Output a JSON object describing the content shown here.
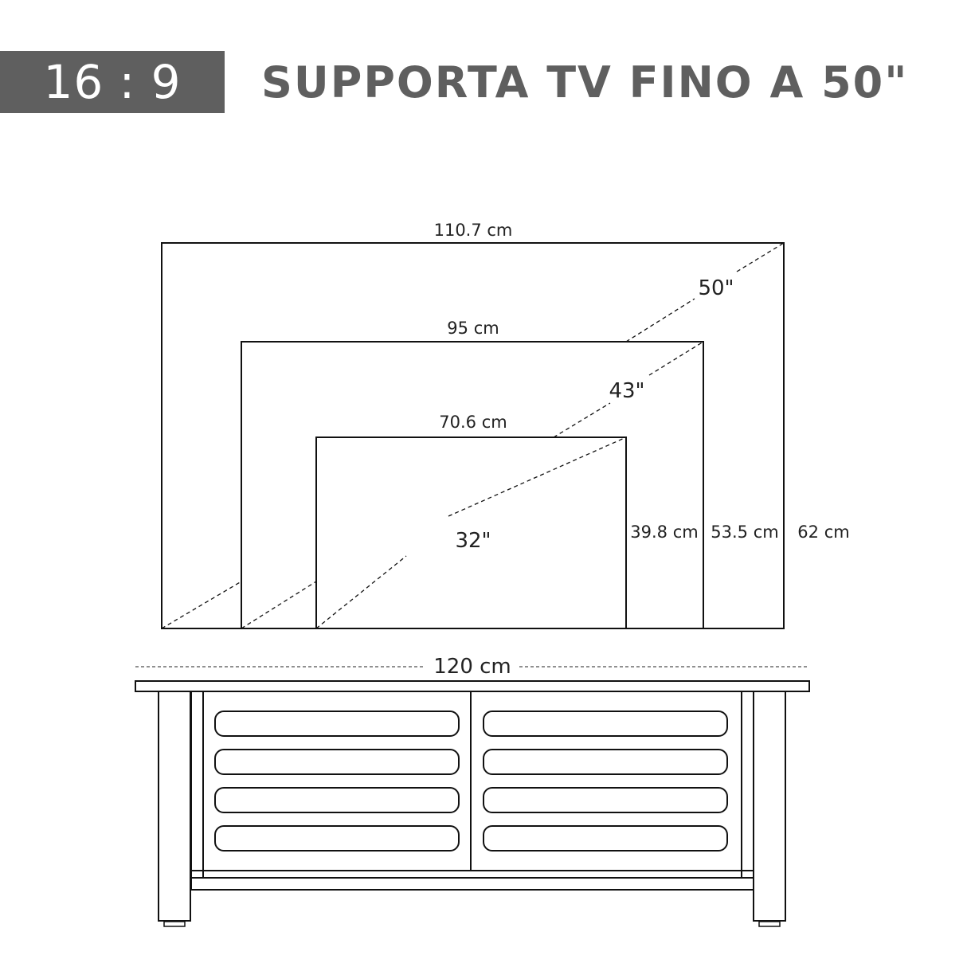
{
  "header": {
    "ratio_badge": "16 : 9",
    "title": "SUPPORTA TV FINO A 50\"",
    "badge_color": "#5f5f5f",
    "title_color": "#5f5f5f"
  },
  "tv_sizes": [
    {
      "diagonal_label": "50\"",
      "width_label": "110.7 cm",
      "height_label": "62 cm"
    },
    {
      "diagonal_label": "43\"",
      "width_label": "95 cm",
      "height_label": "53.5 cm"
    },
    {
      "diagonal_label": "32\"",
      "width_label": "70.6 cm",
      "height_label": "39.8 cm"
    }
  ],
  "stand": {
    "width_label": "120 cm",
    "door_count": 2,
    "slots_per_door": 4
  }
}
